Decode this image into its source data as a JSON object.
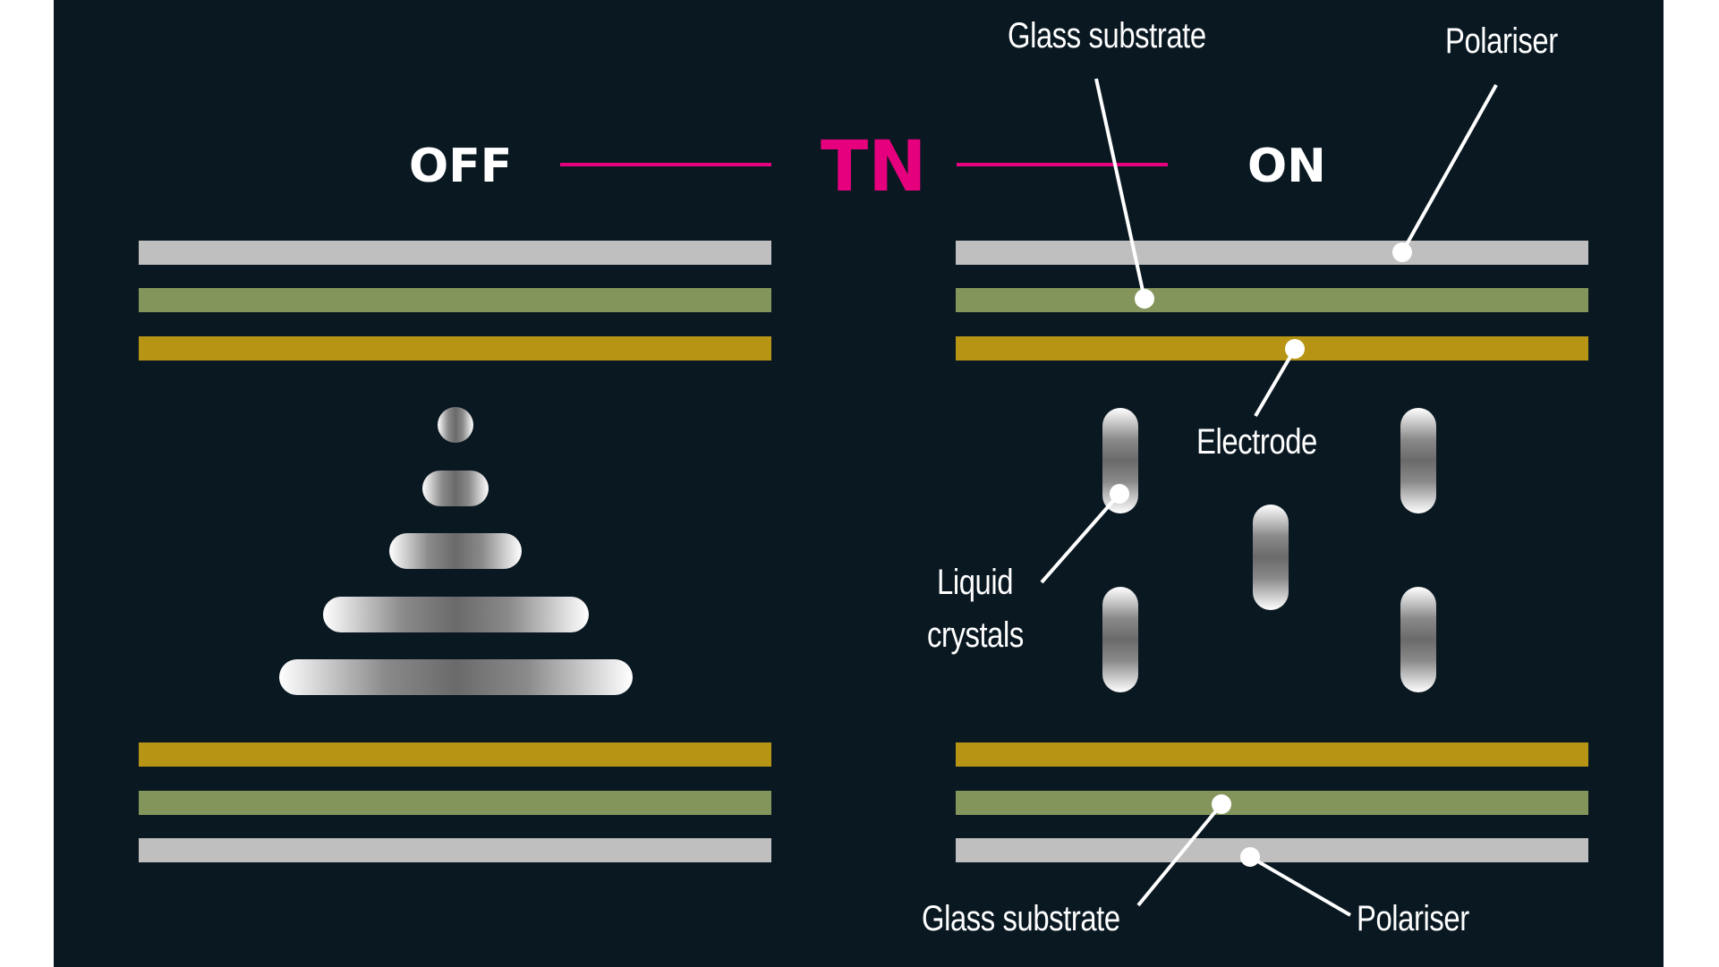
{
  "header": {
    "off": "OFF",
    "title": "TN",
    "on": "ON"
  },
  "labels": {
    "glass_substrate_top": "Glass substrate",
    "polariser_top": "Polariser",
    "electrode": "Electrode",
    "liquid_crystals_line1": "Liquid",
    "liquid_crystals_line2": "crystals",
    "glass_substrate_bottom": "Glass substrate",
    "polariser_bottom": "Polariser"
  },
  "colors": {
    "background": "#0a1822",
    "accent": "#e6007e",
    "polariser": "#bfbfbf",
    "glass_substrate": "#84955c",
    "electrode": "#b79414",
    "text": "#ffffff"
  }
}
